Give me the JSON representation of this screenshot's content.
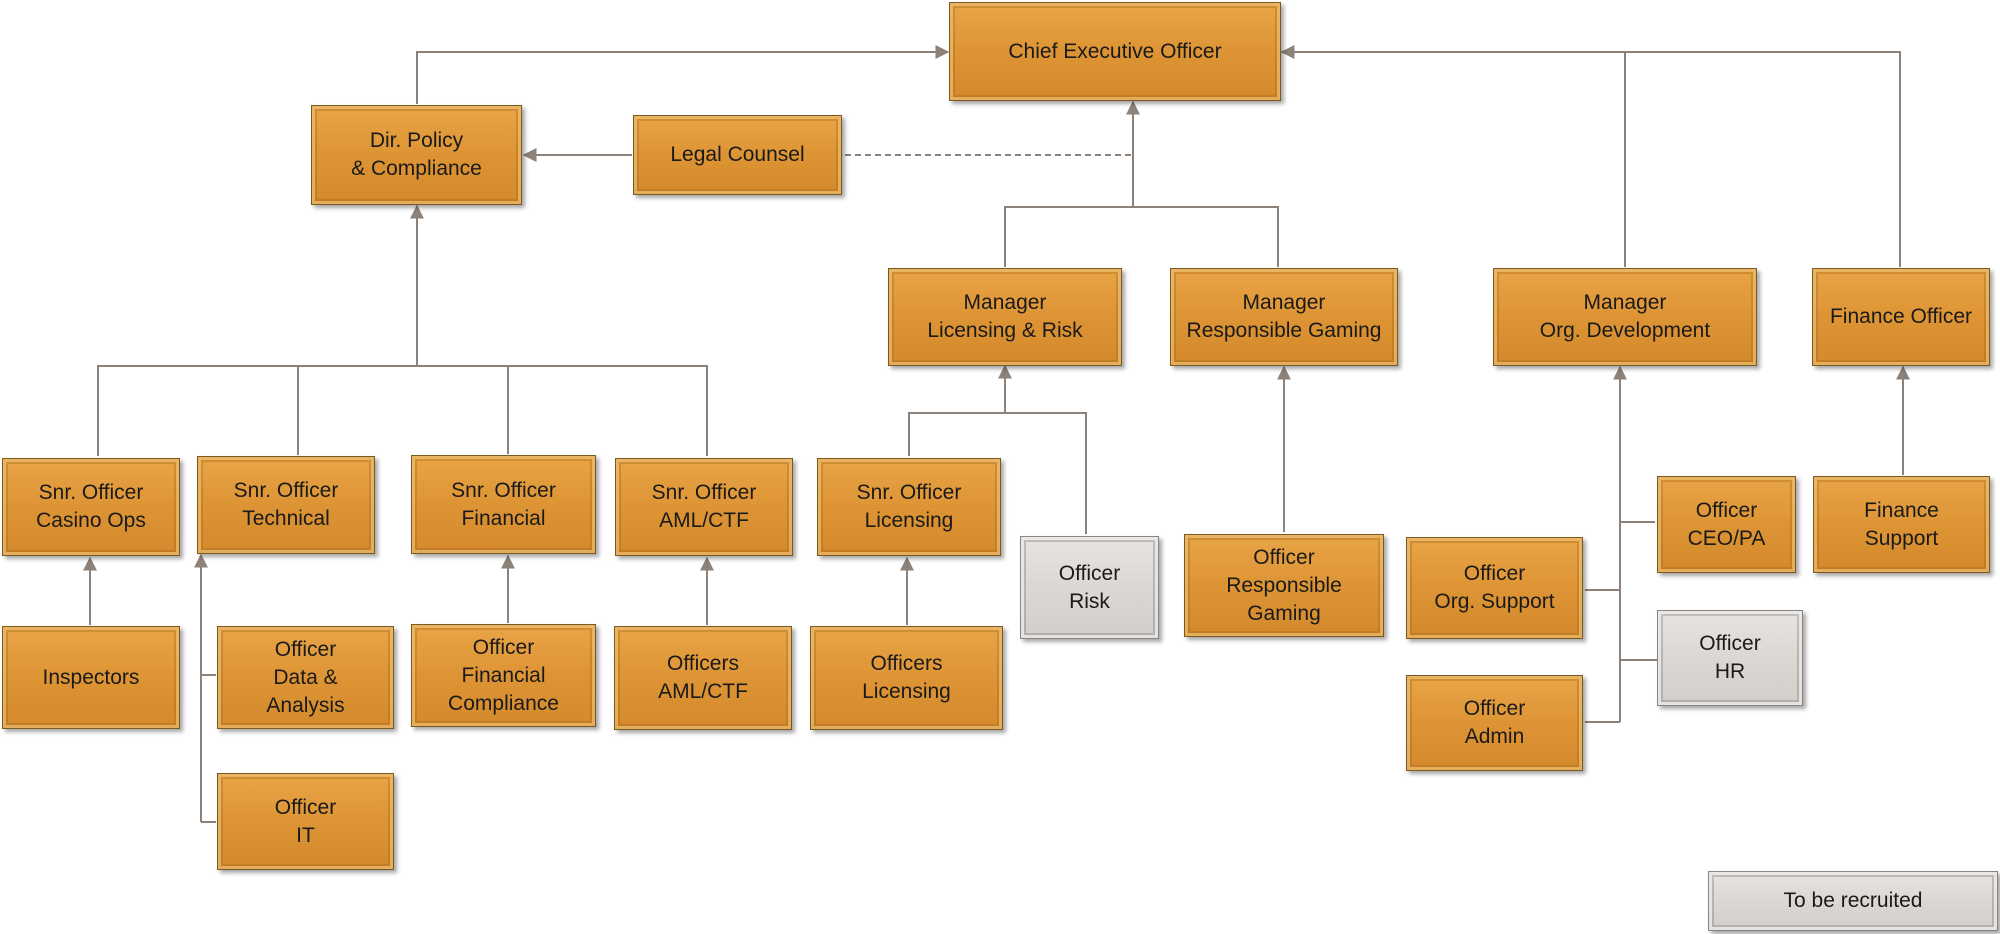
{
  "colors": {
    "filled": "#dd9434",
    "vacant": "#dcd7d3",
    "connector": "#8c8279"
  },
  "nodes": {
    "ceo": "Chief Executive Officer",
    "dir_policy": "Dir. Policy\n& Compliance",
    "legal_counsel": "Legal Counsel",
    "mgr_licensing": "Manager\nLicensing & Risk",
    "mgr_responsible": "Manager\nResponsible Gaming",
    "mgr_org_dev": "Manager\nOrg. Development",
    "finance_officer": "Finance Officer",
    "snr_casino": "Snr. Officer\nCasino Ops",
    "snr_technical": "Snr. Officer\nTechnical",
    "snr_financial": "Snr. Officer\nFinancial",
    "snr_aml": "Snr. Officer\nAML/CTF",
    "snr_licensing": "Snr. Officer\nLicensing",
    "officer_risk": "Officer\nRisk",
    "officer_responsible": "Officer\nResponsible\nGaming",
    "officer_org_support": "Officer\nOrg. Support",
    "officer_ceo_pa": "Officer\nCEO/PA",
    "finance_support": "Finance\nSupport",
    "inspectors": "Inspectors",
    "officer_data": "Officer\nData &\nAnalysis",
    "officer_fin_compliance": "Officer\nFinancial\nCompliance",
    "officers_aml": "Officers\nAML/CTF",
    "officers_licensing": "Officers\nLicensing",
    "officer_hr": "Officer\nHR",
    "officer_admin": "Officer\nAdmin",
    "officer_it": "Officer\nIT"
  },
  "legend": {
    "vacant_label": "To be recruited"
  }
}
